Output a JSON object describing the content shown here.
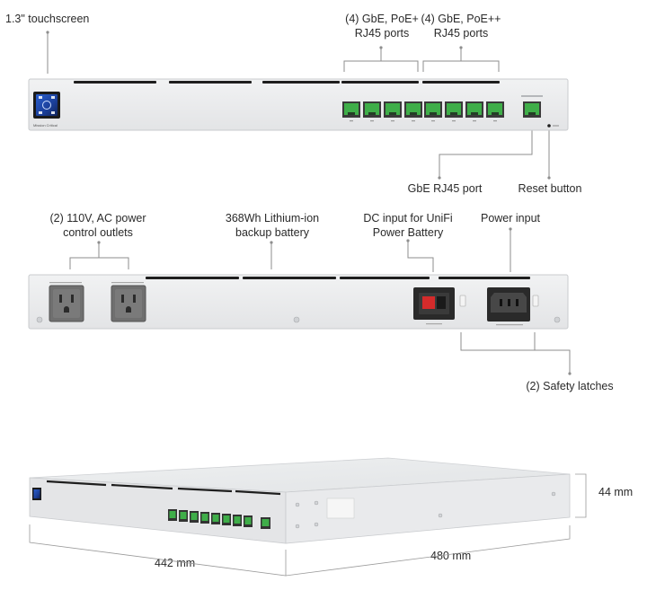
{
  "labels": {
    "touchscreen": "1.3\" touchscreen",
    "poe_plus": [
      "(4) GbE, PoE+",
      "RJ45 ports"
    ],
    "poe_plusplus": [
      "(4) GbE, PoE++",
      "RJ45 ports"
    ],
    "gbe_port": "GbE RJ45 port",
    "reset_button": "Reset button",
    "ac_outlets": [
      "(2) 110V, AC power",
      "control outlets"
    ],
    "battery": [
      "368Wh Lithium-ion",
      "backup battery"
    ],
    "dc_input": [
      "DC input for UniFi",
      "Power Battery"
    ],
    "power_input": "Power input",
    "safety_latches": "(2) Safety latches"
  },
  "device": {
    "brand_text": "Mission Critical"
  },
  "dimensions": {
    "height": "44 mm",
    "depth": "442 mm",
    "width": "480 mm"
  },
  "colors": {
    "chassis": "#e9eaec",
    "chassis_edge": "#c9cbce",
    "port_green": "#3fae49",
    "leader_line": "#8e8e8e",
    "vent": "#1e1e1e",
    "socket": "#6f6f6f",
    "red_accent": "#d42b2b"
  }
}
